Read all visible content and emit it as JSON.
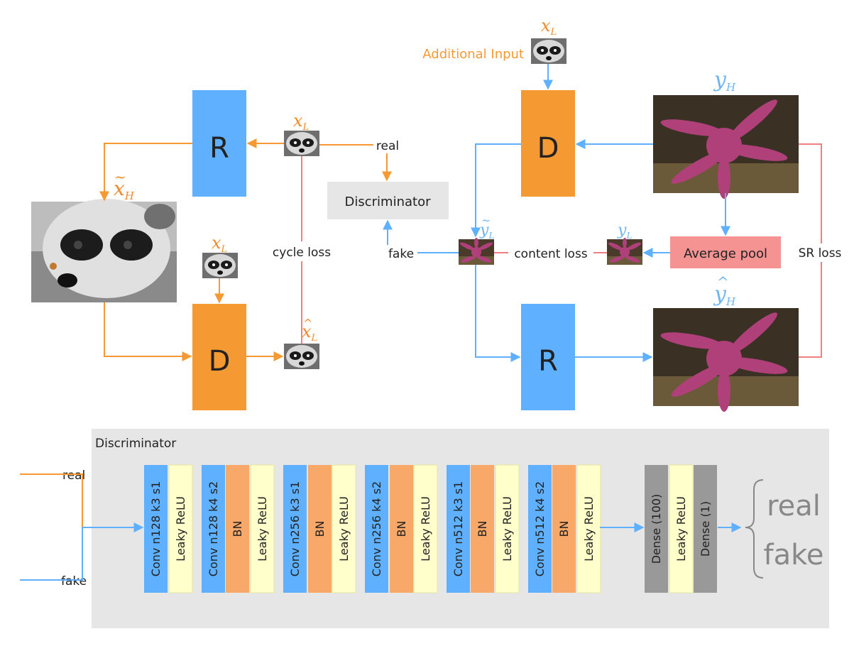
{
  "colors": {
    "orange": "#F59A33",
    "blue": "#5FB0FF",
    "red": "#F08080",
    "red_box": "#F59393",
    "gray_box": "#E6E6E6",
    "panel": "#E6E6E6",
    "yellow": "#FFFFCC",
    "bn_orange": "#F8A868",
    "dark_gray": "#999999",
    "label_gray": "#888888",
    "math_orange": "#F08A2A",
    "math_blue": "#6FB5F0",
    "text": "#222222"
  },
  "icons": {
    "raccoon": "raccoon-photo",
    "starfish": "starfish-photo"
  },
  "top": {
    "R": "R",
    "D": "D",
    "discriminator": "Discriminator",
    "real": "real",
    "fake": "fake",
    "cycle_loss": "cycle loss",
    "content_loss": "content loss",
    "sr_loss": "SR loss",
    "average_pool": "Average pool",
    "additional_input": "Additional Input",
    "xL": "x",
    "xL_sub": "L",
    "xH_tilde": "x",
    "xH_sub": "H",
    "xL_hat": "x",
    "yH": "y",
    "yH_sub": "H",
    "yL": "y",
    "yL_sub": "L",
    "yL_tilde": "y",
    "yH_hat": "y"
  },
  "bottom": {
    "title": "Discriminator",
    "real": "real",
    "fake": "fake",
    "layers": [
      "Conv n128 k3 s1",
      "Leaky ReLU",
      "Conv n128 k4 s2",
      "BN",
      "Leaky ReLU",
      "Conv n256 k3 s1",
      "BN",
      "Leaky ReLU",
      "Conv n256 k4 s2",
      "BN",
      "Leaky ReLU",
      "Conv n512 k3 s1",
      "BN",
      "Leaky ReLU",
      "Conv n512 k4 s2",
      "BN",
      "Leaky ReLU",
      "Dense (100)",
      "Leaky ReLU",
      "Dense (1)"
    ],
    "out_real": "real",
    "out_fake": "fake"
  }
}
